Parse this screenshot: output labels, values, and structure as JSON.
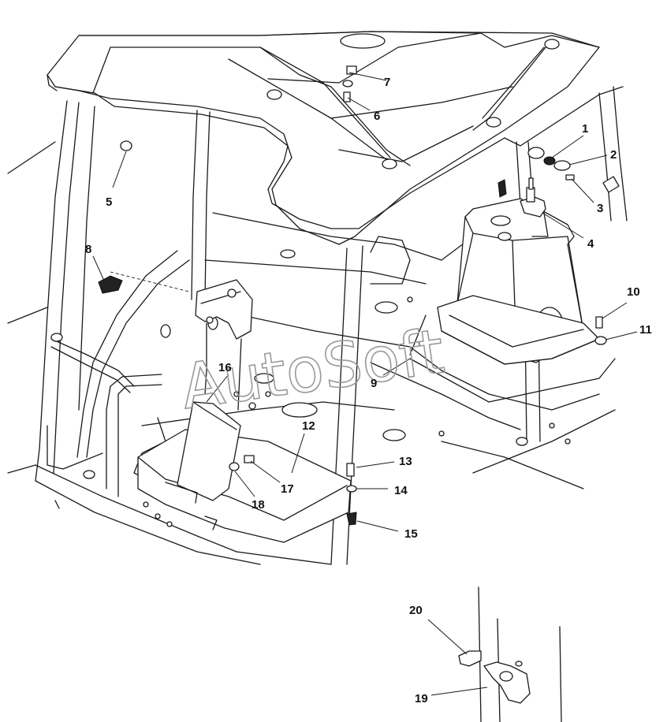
{
  "watermark": "AutoSoft",
  "callouts": [
    {
      "id": "c1",
      "text": "1"
    },
    {
      "id": "c2",
      "text": "2"
    },
    {
      "id": "c3",
      "text": "3"
    },
    {
      "id": "c4",
      "text": "4"
    },
    {
      "id": "c5",
      "text": "5"
    },
    {
      "id": "c6",
      "text": "6"
    },
    {
      "id": "c7",
      "text": "7"
    },
    {
      "id": "c8",
      "text": "8"
    },
    {
      "id": "c9",
      "text": "9"
    },
    {
      "id": "c10",
      "text": "10"
    },
    {
      "id": "c11",
      "text": "11"
    },
    {
      "id": "c12",
      "text": "12"
    },
    {
      "id": "c13",
      "text": "13"
    },
    {
      "id": "c14",
      "text": "14"
    },
    {
      "id": "c15",
      "text": "15"
    },
    {
      "id": "c16",
      "text": "16"
    },
    {
      "id": "c17",
      "text": "17"
    },
    {
      "id": "c18",
      "text": "18"
    },
    {
      "id": "c19",
      "text": "19"
    },
    {
      "id": "c20",
      "text": "20"
    }
  ],
  "colors": {
    "line": "#1a1a1a",
    "watermark": "#9a9a9a",
    "background": "#ffffff"
  }
}
